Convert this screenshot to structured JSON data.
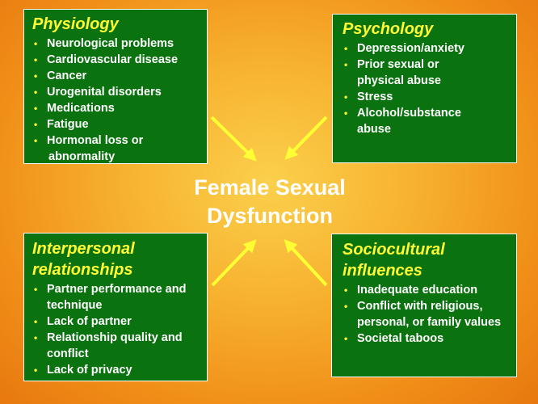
{
  "center": {
    "line1": "Female Sexual",
    "line2": "Dysfunction"
  },
  "boxes": {
    "physiology": {
      "title": "Physiology",
      "items": [
        "Neurological problems",
        "Cardiovascular disease",
        "Cancer",
        "Urogenital disorders",
        "Medications",
        "Fatigue",
        "Hormonal loss or"
      ],
      "continuation": "abnormality"
    },
    "psychology": {
      "title": "Psychology",
      "items": [
        "Depression/anxiety",
        "Prior sexual or physical abuse",
        "Stress",
        "Alcohol/substance abuse"
      ]
    },
    "interpersonal": {
      "title_line1": "Interpersonal",
      "title_line2": "relationships",
      "items": [
        "Partner performance and technique",
        "Lack of partner",
        "Relationship quality and conflict",
        "Lack of privacy"
      ]
    },
    "sociocultural": {
      "title_line1": "Sociocultural",
      "title_line2": "influences",
      "items": [
        "Inadequate education",
        "Conflict with religious, personal, or family values",
        "Societal taboos"
      ]
    }
  },
  "colors": {
    "box_fill": "#0a730f",
    "title": "#ffff33",
    "arrow": "#ffff33",
    "text": "#ffffff"
  }
}
